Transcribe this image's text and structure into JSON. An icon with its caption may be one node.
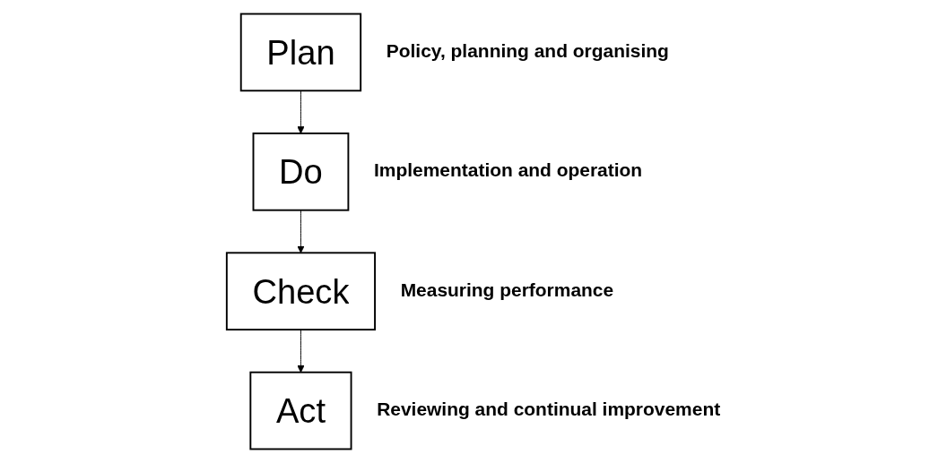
{
  "diagram": {
    "nodes": [
      {
        "text": [
          "Plan"
        ],
        "beside": [
          "Policy, planning and organising"
        ]
      },
      {
        "text": [
          "Do"
        ],
        "beside": [
          "Implementation and operation"
        ]
      },
      {
        "text": [
          "Check"
        ],
        "beside": [
          "Measuring performance"
        ]
      },
      {
        "text": [
          "Act"
        ],
        "beside": [
          "Reviewing and continual improvement"
        ]
      }
    ],
    "edges": [
      {
        "from": 0,
        "to": 1,
        "arrow": "to"
      },
      {
        "from": 1,
        "to": 2,
        "arrow": "to"
      },
      {
        "from": 2,
        "to": 3,
        "arrow": "to"
      }
    ]
  }
}
